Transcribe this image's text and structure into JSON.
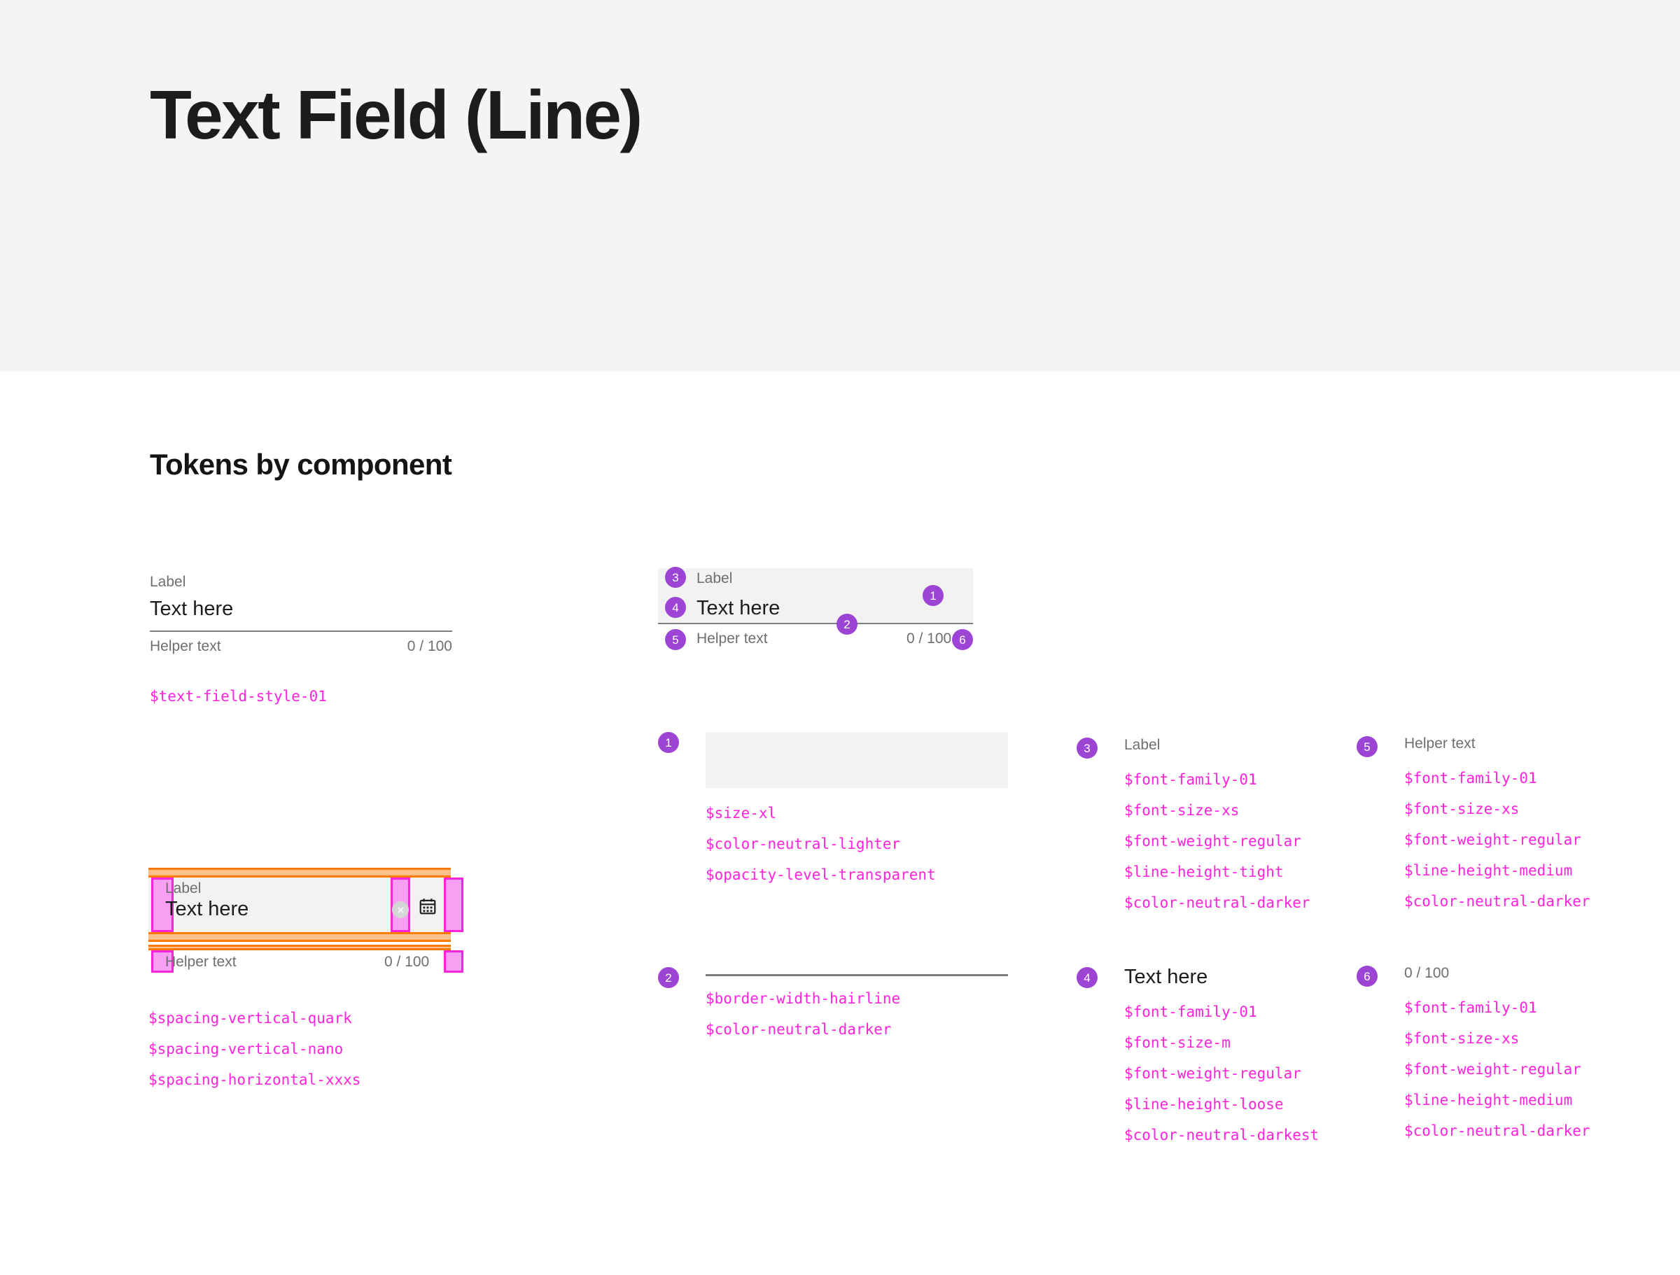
{
  "header": {
    "title": "Text Field (Line)",
    "background_color": "#f4f4f4"
  },
  "section": {
    "heading": "Tokens by component"
  },
  "colors": {
    "badge_purple": "#9c45d4",
    "token_magenta": "#ff22dd",
    "spacing_orange": "#ff7a00",
    "spacing_orange_fill": "#fcc08a",
    "spacing_pink": "#f9a0f5",
    "field_shade": "#f2f2f2",
    "rule_gray": "#7d7d7d",
    "text_muted": "#6e6e6e",
    "text_dark": "#1d1d1d"
  },
  "example_field": {
    "label": "Label",
    "value": "Text here",
    "helper": "Helper text",
    "counter": "0 / 100",
    "style_token": "$text-field-style-01"
  },
  "annotated_field": {
    "label": "Label",
    "value": "Text here",
    "helper": "Helper text",
    "counter": "0 / 100",
    "badges": [
      "1",
      "2",
      "3",
      "4",
      "5",
      "6"
    ]
  },
  "redline_field": {
    "label": "Label",
    "value": "Text here",
    "helper": "Helper text",
    "counter": "0 / 100",
    "clear_icon": "clear-circle-icon",
    "trailing_icon": "calendar-icon",
    "tokens": [
      "$spacing-vertical-quark",
      "$spacing-vertical-nano",
      "$spacing-horizontal-xxxs"
    ]
  },
  "annotations": [
    {
      "badge": "1",
      "sample_type": "swatch",
      "sample_text": "",
      "tokens": [
        "$size-xl",
        "$color-neutral-lighter",
        "$opacity-level-transparent"
      ]
    },
    {
      "badge": "2",
      "sample_type": "rule",
      "sample_text": "",
      "tokens": [
        "$border-width-hairline",
        "$color-neutral-darker"
      ]
    },
    {
      "badge": "3",
      "sample_type": "label",
      "sample_text": "Label",
      "tokens": [
        "$font-family-01",
        "$font-size-xs",
        "$font-weight-regular",
        "$line-height-tight",
        "$color-neutral-darker"
      ]
    },
    {
      "badge": "4",
      "sample_type": "value",
      "sample_text": "Text here",
      "tokens": [
        "$font-family-01",
        "$font-size-m",
        "$font-weight-regular",
        "$line-height-loose",
        "$color-neutral-darkest"
      ]
    },
    {
      "badge": "5",
      "sample_type": "label",
      "sample_text": "Helper text",
      "tokens": [
        "$font-family-01",
        "$font-size-xs",
        "$font-weight-regular",
        "$line-height-medium",
        "$color-neutral-darker"
      ]
    },
    {
      "badge": "6",
      "sample_type": "counter",
      "sample_text": "0 / 100",
      "tokens": [
        "$font-family-01",
        "$font-size-xs",
        "$font-weight-regular",
        "$line-height-medium",
        "$color-neutral-darker"
      ]
    }
  ]
}
